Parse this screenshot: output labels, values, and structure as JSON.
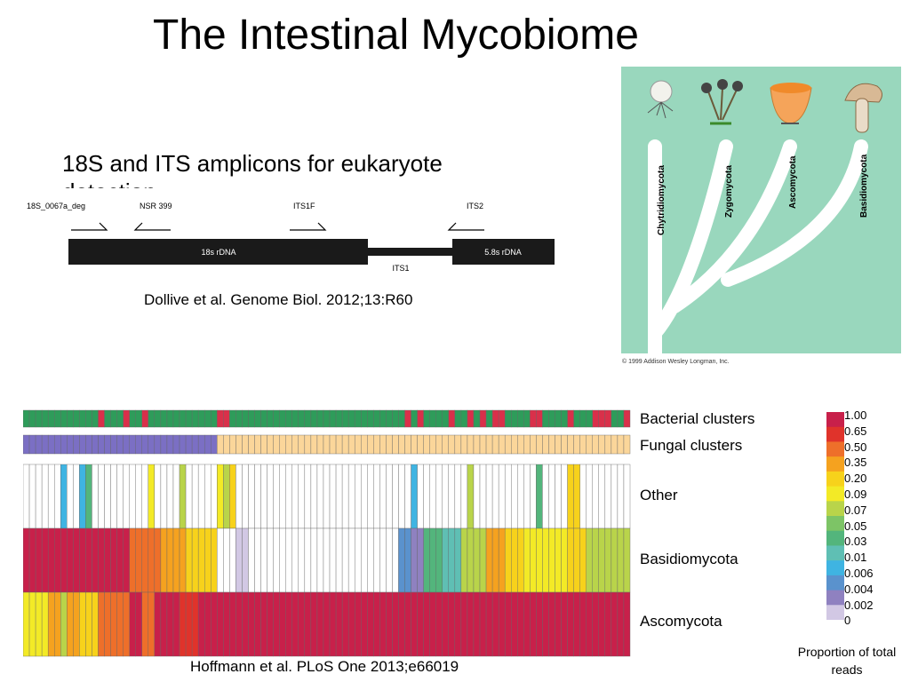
{
  "title": "The Intestinal Mycobiome",
  "subtitle": "18S and ITS amplicons for eukaryote",
  "subtitle_cut": "detection",
  "amplicon": {
    "primers": [
      "18S_0067a_deg",
      "NSR 399",
      "ITS1F",
      "ITS2"
    ],
    "segments": [
      "18s rDNA",
      "5.8s rDNA"
    ],
    "spacer": "ITS1"
  },
  "citation_top": "Dollive et al. Genome Biol. 2012;13:R60",
  "tree": {
    "phyla": [
      "Chytridiomycota",
      "Zygomycota",
      "Ascomycota",
      "Basidiomycota"
    ],
    "copyright": "© 1999 Addison Wesley Longman, Inc."
  },
  "heatmap": {
    "row_labels": [
      "Bacterial clusters",
      "Fungal clusters",
      "Other",
      "Basidiomycota",
      "Ascomycota"
    ]
  },
  "legend": {
    "ticks": [
      "1.00",
      "0.65",
      "0.50",
      "0.35",
      "0.20",
      "0.09",
      "0.07",
      "0.05",
      "0.03",
      "0.01",
      "0.006",
      "0.004",
      "0.002",
      "0"
    ],
    "colors": [
      "#c8204a",
      "#e0332b",
      "#ee6f2a",
      "#f5a21f",
      "#f7d21b",
      "#f3ea26",
      "#b9d44a",
      "#7dc466",
      "#53b57c",
      "#5fbfb4",
      "#3fb4e2",
      "#5a92cd",
      "#8f81c0",
      "#d2c8e4"
    ],
    "caption": "Proportion of total reads"
  },
  "citation_bottom": "Hoffmann et al. PLoS One 2013;e66019"
}
